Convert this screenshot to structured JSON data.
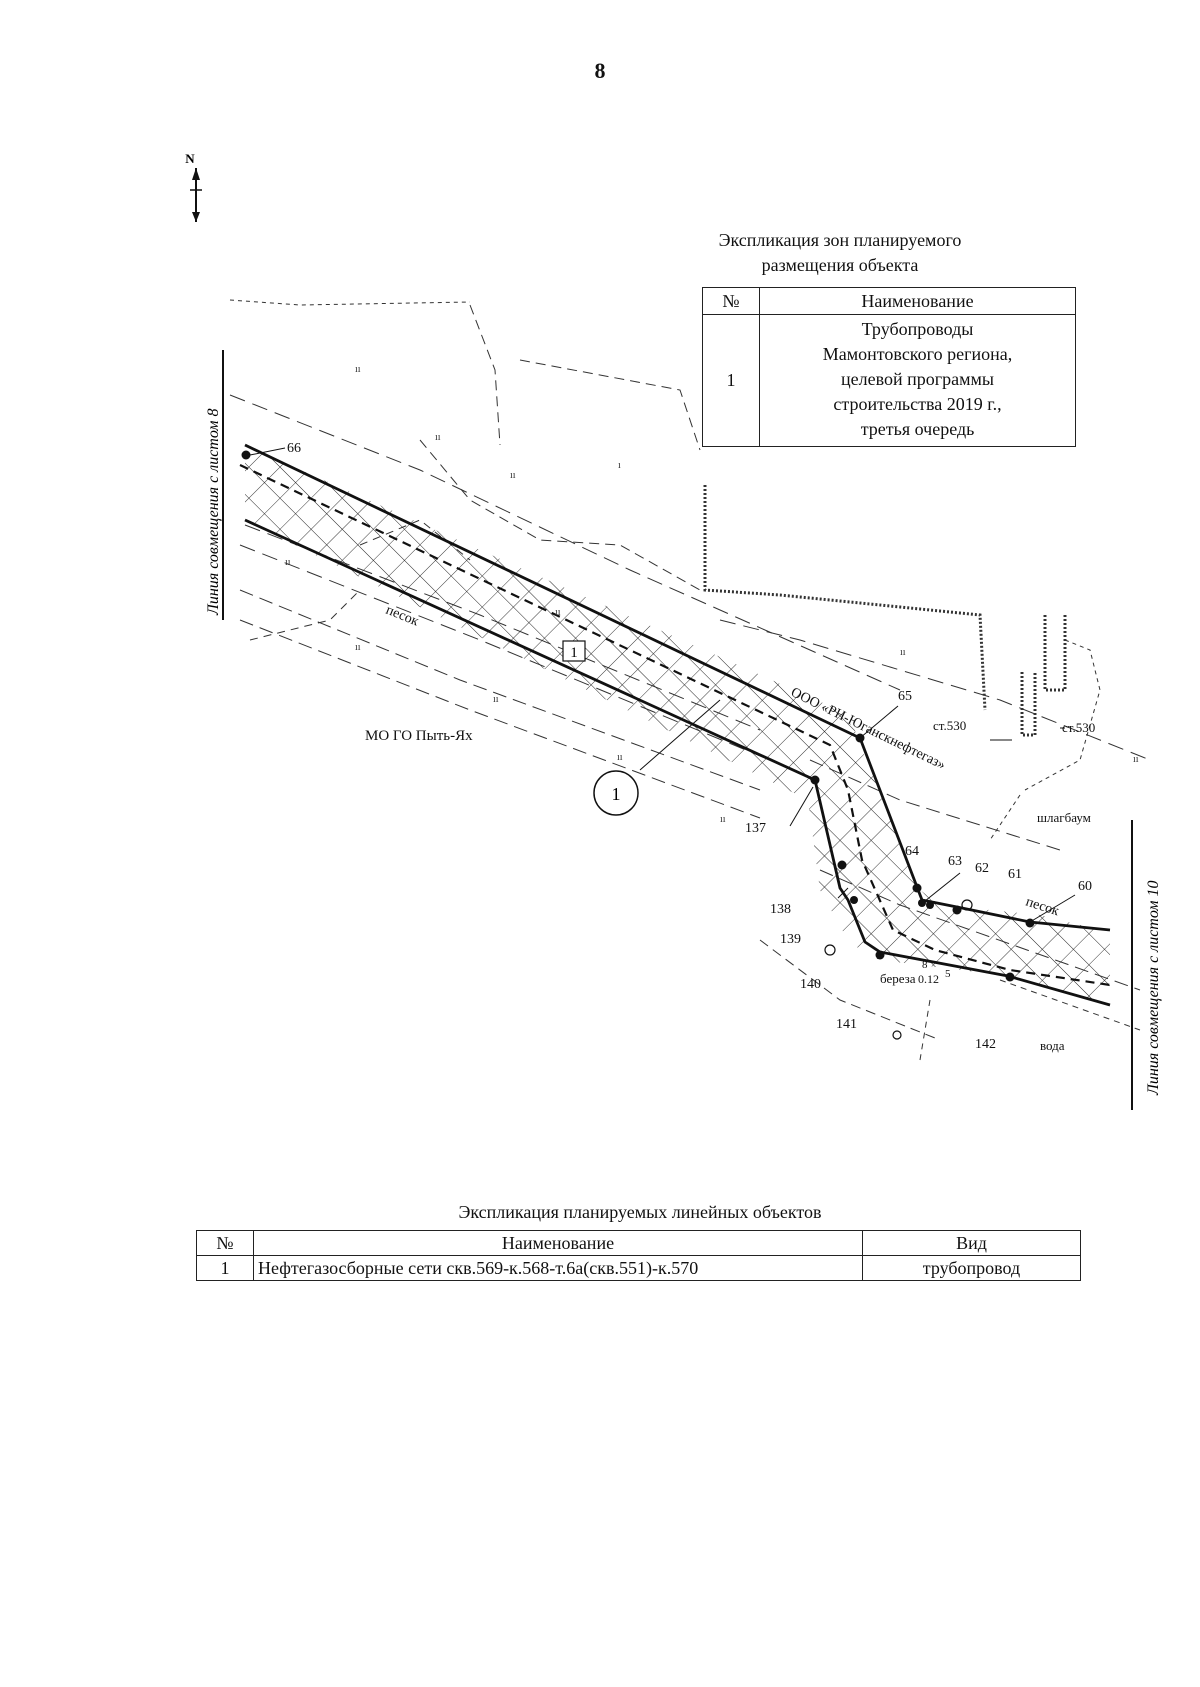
{
  "page_number": "8",
  "north_arrow": {
    "letter": "N",
    "icon": "north-arrow-icon"
  },
  "zone_explication": {
    "title_line1": "Экспликация зон планируемого",
    "title_line2": "размещения объекта",
    "headers": {
      "num": "№",
      "name": "Наименование"
    },
    "rows": [
      {
        "num": "1",
        "name_lines": [
          "Трубопроводы",
          "Мамонтовского региона,",
          "целевой программы",
          "строительства 2019 г.,",
          "третья очередь"
        ]
      }
    ]
  },
  "side_labels": {
    "left": "Линия совмещения с листом 8",
    "right": "Линия совмещения с листом 10"
  },
  "map_labels": {
    "municipality": "МО ГО Пыть-Ях",
    "sand_1": "песок",
    "sand_2": "песок",
    "owner": "ООО «РН-Юганскнефтегаз»",
    "station_1": "ст.530",
    "station_2": "ст.530",
    "barrier": "шлагбаум",
    "birch": "береза",
    "water": "вода",
    "tree_params": "0.12",
    "tree_num": "8",
    "tree_diam": "5",
    "zone_box_label": "1",
    "callout_label": "1",
    "point_numbers": [
      "66",
      "65",
      "64",
      "63",
      "62",
      "61",
      "60",
      "137",
      "138",
      "139",
      "140",
      "141",
      "142"
    ]
  },
  "line_explication": {
    "title": "Экспликация планируемых линейных объектов",
    "headers": {
      "num": "№",
      "name": "Наименование",
      "type": "Вид"
    },
    "rows": [
      {
        "num": "1",
        "name": "Нефтегазосборные сети скв.569-к.568-т.6а(скв.551)-к.570",
        "type": "трубопровод"
      }
    ]
  },
  "colors": {
    "ink": "#111111",
    "paper": "#ffffff"
  }
}
